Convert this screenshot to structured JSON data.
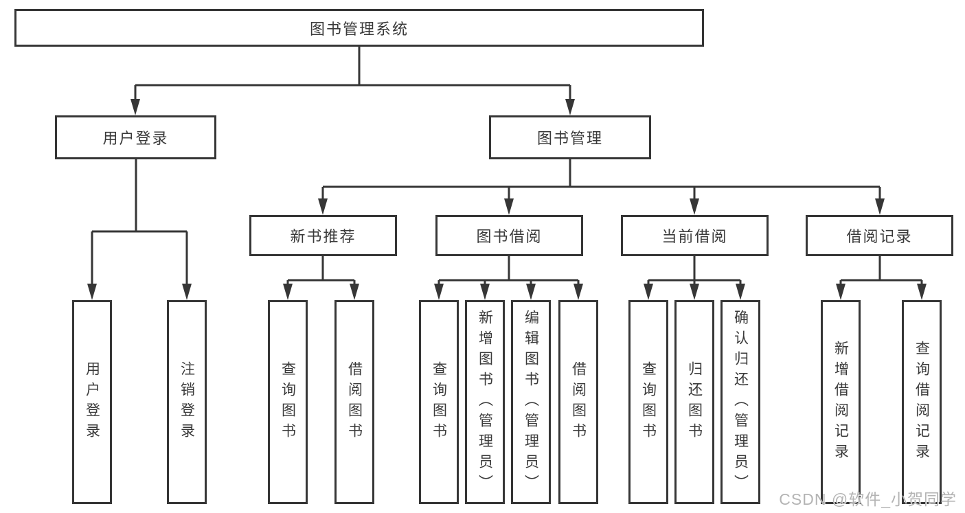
{
  "root": {
    "label": "图书管理系统"
  },
  "level2": [
    {
      "label": "用户登录"
    },
    {
      "label": "图书管理"
    }
  ],
  "level3": [
    {
      "label": "新书推荐"
    },
    {
      "label": "图书借阅"
    },
    {
      "label": "当前借阅"
    },
    {
      "label": "借阅记录"
    }
  ],
  "level4": [
    {
      "label": "用户登录",
      "parent": "用户登录"
    },
    {
      "label": "注销登录",
      "parent": "用户登录"
    },
    {
      "label": "查询图书",
      "parent": "新书推荐"
    },
    {
      "label": "借阅图书",
      "parent": "新书推荐"
    },
    {
      "label": "查询图书",
      "parent": "图书借阅"
    },
    {
      "label": "新增图书（管理员）",
      "parent": "图书借阅"
    },
    {
      "label": "编辑图书（管理员）",
      "parent": "图书借阅"
    },
    {
      "label": "借阅图书",
      "parent": "图书借阅"
    },
    {
      "label": "查询图书",
      "parent": "当前借阅"
    },
    {
      "label": "归还图书",
      "parent": "当前借阅"
    },
    {
      "label": "确认归还（管理员）",
      "parent": "当前借阅"
    },
    {
      "label": "新增借阅记录",
      "parent": "借阅记录"
    },
    {
      "label": "查询借阅记录",
      "parent": "借阅记录"
    }
  ],
  "watermark": "CSDN @软件_小贺同学",
  "colors": {
    "line": "#363636",
    "box_border": "#363636",
    "box_background": "#ffffff",
    "text": "#3a3a3a",
    "watermark": "#b4b4b4"
  }
}
